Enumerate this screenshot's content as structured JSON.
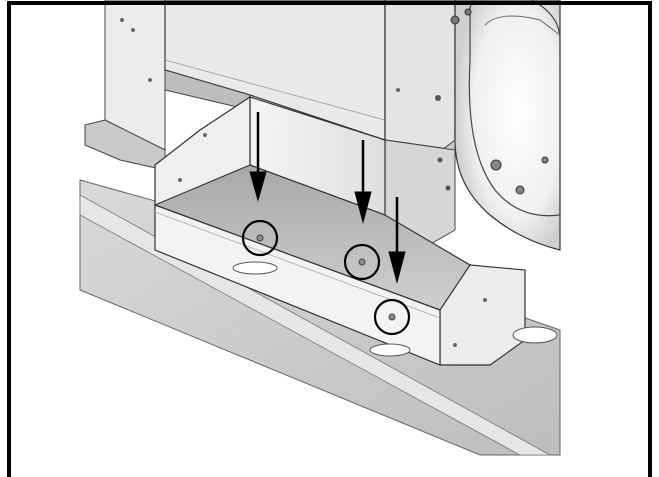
{
  "figure": {
    "description_label": "",
    "colors": {
      "border": "#000000",
      "panel_light": "#f2f2f2",
      "panel_mid": "#dcdcdc",
      "panel_dark": "#b9b9b9",
      "floor": "#cfcfcf",
      "edge": "#555555",
      "arrow": "#000000"
    },
    "callouts": [
      {
        "name": "arrow-1",
        "marker": "circle-1"
      },
      {
        "name": "arrow-2",
        "marker": "circle-2"
      },
      {
        "name": "arrow-3",
        "marker": "circle-3"
      }
    ]
  }
}
